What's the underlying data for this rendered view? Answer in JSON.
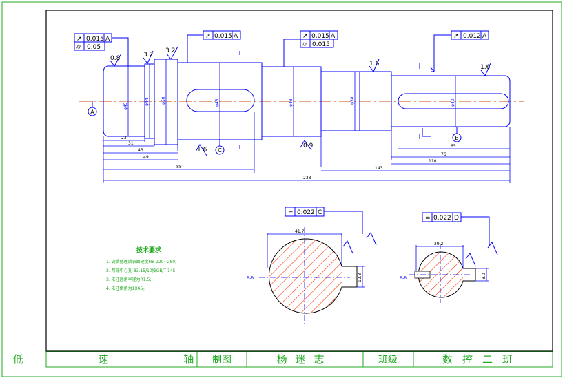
{
  "title_block": {
    "part_name": "低 速 轴",
    "drawing_label": "制图",
    "drafter": "杨迷志",
    "class_label": "班级",
    "class_value": "数控二班"
  },
  "tolerance_frames": [
    {
      "symbol": "↗",
      "value": "0.015",
      "datum": "A"
    },
    {
      "symbol": "⌭",
      "value": "0.05"
    },
    {
      "symbol": "↗",
      "value": "0.015",
      "datum": "A"
    },
    {
      "symbol": "↗",
      "value": "0.015",
      "datum": "A"
    },
    {
      "symbol": "⌭",
      "value": "0.015"
    },
    {
      "symbol": "↗",
      "value": "0.012",
      "datum": "A"
    }
  ],
  "section_frames": [
    {
      "symbol": "=",
      "value": "0.022",
      "datum": "C"
    },
    {
      "symbol": "=",
      "value": "0.022",
      "datum": "D"
    }
  ],
  "roughness": [
    "0.8",
    "3.2",
    "3.2",
    "1.6",
    "1.6",
    "1.6",
    "0.9"
  ],
  "datum_labels": [
    "A",
    "C",
    "B"
  ],
  "diameters": [
    "φ45",
    "φ44",
    "φ50",
    "φ45",
    "φ48",
    "φ38",
    "φ40"
  ],
  "length_dims": [
    "23",
    "31",
    "43",
    "49",
    "88",
    "65",
    "76",
    "110",
    "143",
    "238"
  ],
  "section_dims": {
    "c_width": "41.7",
    "c_depth": "12.3",
    "d_width": "29.2",
    "d_depth": "8.0"
  },
  "section_labels": [
    "B-B",
    "B-B"
  ],
  "tech_notes": {
    "title": "技术要求",
    "items": [
      "1. 调质处理后表面硬度HB 220~260;",
      "2. 两端中心孔 B3.15/10按GB/T 145;",
      "3. 未注圆角半径为R1.5;",
      "4. 未注倒角为1X45。"
    ]
  },
  "colors": {
    "border": "#22aa22",
    "outline": "#0000ff",
    "center": "#cc4400",
    "hatch": "#ff3300",
    "text": "#000000"
  }
}
